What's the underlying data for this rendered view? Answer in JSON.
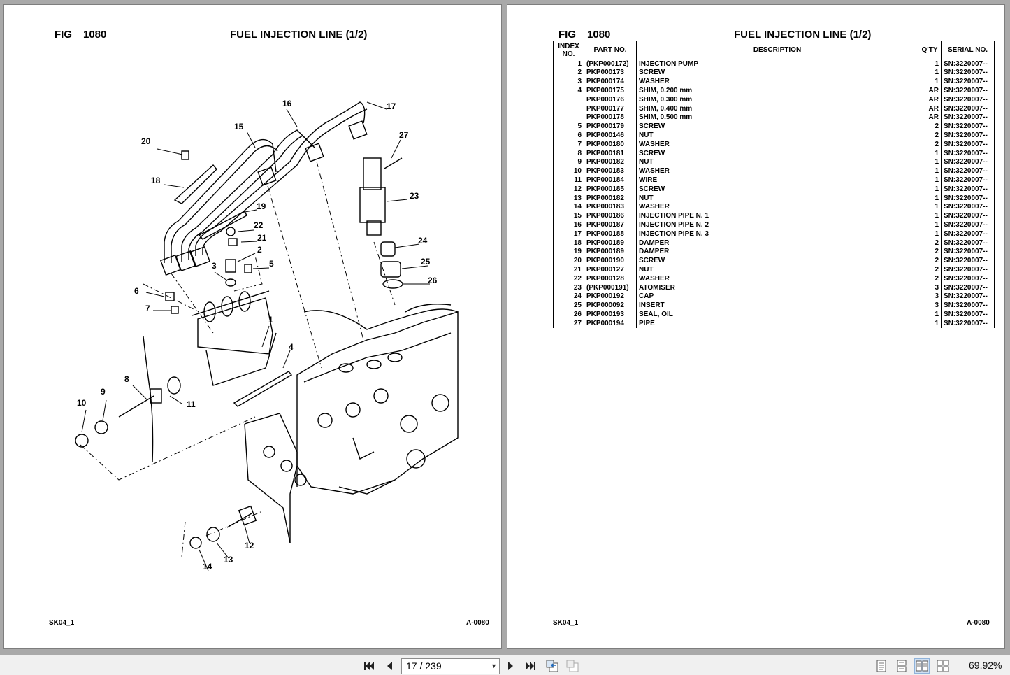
{
  "left_page": {
    "fig_label": "FIG",
    "fig_number": "1080",
    "title": "FUEL INJECTION LINE (1/2)",
    "footer_left": "SK04_1",
    "footer_right": "A-0080",
    "callouts": [
      "1",
      "2",
      "3",
      "4",
      "5",
      "6",
      "7",
      "8",
      "9",
      "10",
      "11",
      "12",
      "13",
      "14",
      "15",
      "16",
      "17",
      "18",
      "19",
      "20",
      "21",
      "22",
      "23",
      "24",
      "25",
      "26",
      "27"
    ]
  },
  "right_page": {
    "fig_label": "FIG",
    "fig_number": "1080",
    "title": "FUEL INJECTION LINE (1/2)",
    "footer_left": "SK04_1",
    "footer_right": "A-0080",
    "table": {
      "headers": {
        "index_line1": "INDEX",
        "index_line2": "NO.",
        "part": "PART NO.",
        "desc": "DESCRIPTION",
        "qty": "Q'TY",
        "serial": "SERIAL NO."
      },
      "rows": [
        {
          "idx": "1",
          "part": "(PKP000172)",
          "desc": "INJECTION PUMP",
          "qty": "1",
          "sn": "SN:3220007--"
        },
        {
          "idx": "2",
          "part": "PKP000173",
          "desc": "SCREW",
          "qty": "1",
          "sn": "SN:3220007--"
        },
        {
          "idx": "3",
          "part": "PKP000174",
          "desc": "WASHER",
          "qty": "1",
          "sn": "SN:3220007--"
        },
        {
          "idx": "4",
          "part": "PKP000175",
          "desc": "SHIM, 0.200 mm",
          "qty": "AR",
          "sn": "SN:3220007--"
        },
        {
          "idx": "",
          "part": "PKP000176",
          "desc": "SHIM, 0.300 mm",
          "qty": "AR",
          "sn": "SN:3220007--"
        },
        {
          "idx": "",
          "part": "PKP000177",
          "desc": "SHIM, 0.400 mm",
          "qty": "AR",
          "sn": "SN:3220007--"
        },
        {
          "idx": "",
          "part": "PKP000178",
          "desc": "SHIM, 0.500 mm",
          "qty": "AR",
          "sn": "SN:3220007--"
        },
        {
          "idx": "5",
          "part": "PKP000179",
          "desc": "SCREW",
          "qty": "2",
          "sn": "SN:3220007--"
        },
        {
          "idx": "6",
          "part": "PKP000146",
          "desc": "NUT",
          "qty": "2",
          "sn": "SN:3220007--"
        },
        {
          "idx": "7",
          "part": "PKP000180",
          "desc": "WASHER",
          "qty": "2",
          "sn": "SN:3220007--"
        },
        {
          "idx": "8",
          "part": "PKP000181",
          "desc": "SCREW",
          "qty": "1",
          "sn": "SN:3220007--"
        },
        {
          "idx": "9",
          "part": "PKP000182",
          "desc": "NUT",
          "qty": "1",
          "sn": "SN:3220007--"
        },
        {
          "idx": "10",
          "part": "PKP000183",
          "desc": "WASHER",
          "qty": "1",
          "sn": "SN:3220007--"
        },
        {
          "idx": "11",
          "part": "PKP000184",
          "desc": "WIRE",
          "qty": "1",
          "sn": "SN:3220007--"
        },
        {
          "idx": "12",
          "part": "PKP000185",
          "desc": "SCREW",
          "qty": "1",
          "sn": "SN:3220007--"
        },
        {
          "idx": "13",
          "part": "PKP000182",
          "desc": "NUT",
          "qty": "1",
          "sn": "SN:3220007--"
        },
        {
          "idx": "14",
          "part": "PKP000183",
          "desc": "WASHER",
          "qty": "1",
          "sn": "SN:3220007--"
        },
        {
          "idx": "15",
          "part": "PKP000186",
          "desc": "INJECTION PIPE N. 1",
          "qty": "1",
          "sn": "SN:3220007--"
        },
        {
          "idx": "16",
          "part": "PKP000187",
          "desc": "INJECTION PIPE N. 2",
          "qty": "1",
          "sn": "SN:3220007--"
        },
        {
          "idx": "17",
          "part": "PKP000188",
          "desc": "INJECTION PIPE N. 3",
          "qty": "1",
          "sn": "SN:3220007--"
        },
        {
          "idx": "18",
          "part": "PKP000189",
          "desc": "DAMPER",
          "qty": "2",
          "sn": "SN:3220007--"
        },
        {
          "idx": "19",
          "part": "PKP000189",
          "desc": "DAMPER",
          "qty": "2",
          "sn": "SN:3220007--"
        },
        {
          "idx": "20",
          "part": "PKP000190",
          "desc": "SCREW",
          "qty": "2",
          "sn": "SN:3220007--"
        },
        {
          "idx": "21",
          "part": "PKP000127",
          "desc": "NUT",
          "qty": "2",
          "sn": "SN:3220007--"
        },
        {
          "idx": "22",
          "part": "PKP000128",
          "desc": "WASHER",
          "qty": "2",
          "sn": "SN:3220007--"
        },
        {
          "idx": "23",
          "part": "(PKP000191)",
          "desc": "ATOMISER",
          "qty": "3",
          "sn": "SN:3220007--"
        },
        {
          "idx": "24",
          "part": "PKP000192",
          "desc": "CAP",
          "qty": "3",
          "sn": "SN:3220007--"
        },
        {
          "idx": "25",
          "part": "PKP000092",
          "desc": "INSERT",
          "qty": "3",
          "sn": "SN:3220007--"
        },
        {
          "idx": "26",
          "part": "PKP000193",
          "desc": "SEAL, OIL",
          "qty": "1",
          "sn": "SN:3220007--"
        },
        {
          "idx": "27",
          "part": "PKP000194",
          "desc": "PIPE",
          "qty": "1",
          "sn": "SN:3220007--"
        }
      ]
    }
  },
  "toolbar": {
    "page_indicator": "17 / 239",
    "zoom": "69.92%",
    "icons": [
      "first-page-icon",
      "prev-page-icon",
      "next-page-icon",
      "last-page-icon",
      "previous-view-icon",
      "next-view-icon",
      "single-page-icon",
      "continuous-icon",
      "facing-icon",
      "continuous-facing-icon"
    ]
  }
}
